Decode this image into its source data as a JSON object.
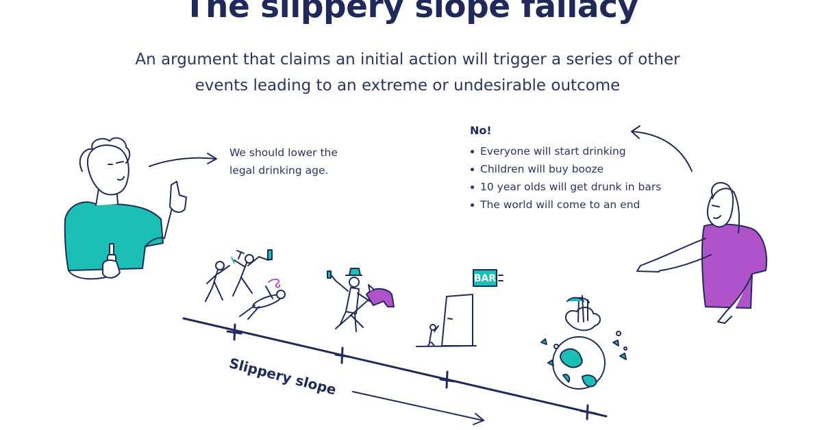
{
  "title": "The slippery slope fallacy",
  "subtitle": "An argument that claims an initial action will trigger a series of other events leading to an extreme or undesirable outcome",
  "claim": {
    "text": "We should lower the legal drinking age."
  },
  "rebuttal": {
    "heading": "No!",
    "points": [
      "Everyone will start drinking",
      "Children will buy booze",
      "10 year olds will get drunk in bars",
      "The world will come to an end"
    ]
  },
  "slope": {
    "label": "Slippery slope"
  },
  "bar_sign": {
    "text": "BAR"
  },
  "colors": {
    "ink": "#1f2a5a",
    "teal": "#1bbfb3",
    "magenta": "#b052c9",
    "skin": "#ffffff"
  },
  "icons": [
    "person-with-bottle-icon",
    "person-pointing-icon",
    "falling-people-icon",
    "child-on-hobby-horse-icon",
    "bar-door-icon",
    "exploding-globe-icon",
    "arrow-icon"
  ]
}
